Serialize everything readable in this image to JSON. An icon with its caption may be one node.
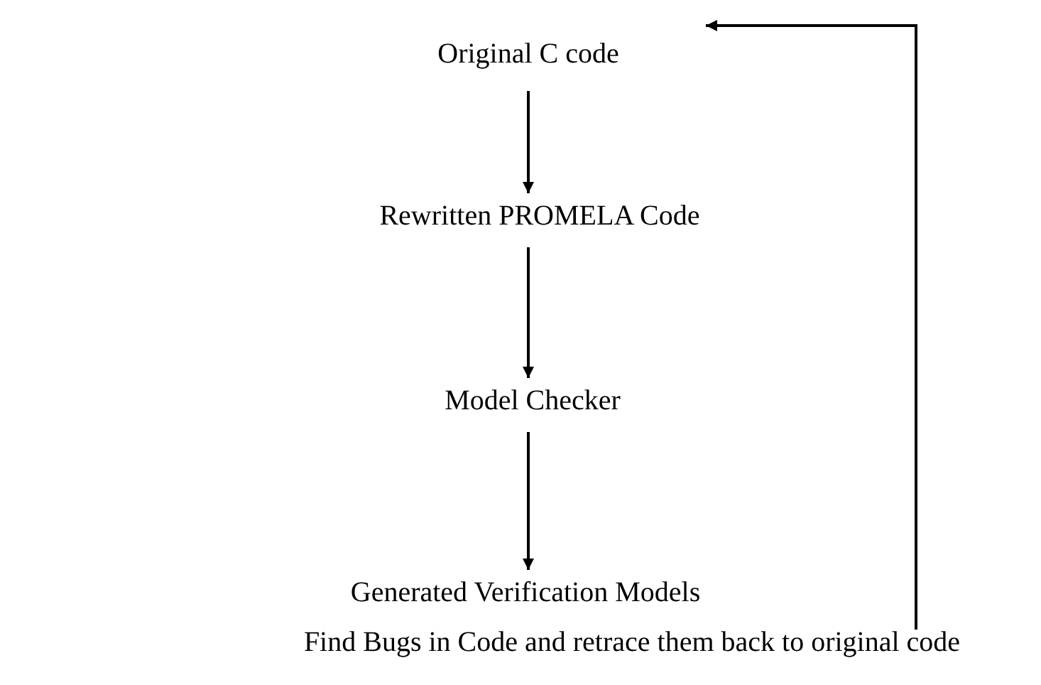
{
  "diagram": {
    "nodes": [
      {
        "text": [
          "Original C code"
        ]
      },
      {
        "text": [
          "Rewritten PROMELA Code"
        ]
      },
      {
        "text": [
          "Model Checker"
        ]
      },
      {
        "text": [
          "Generated Verification Models"
        ]
      },
      {
        "text": [
          "Find Bugs in Code and retrace them back to original code"
        ]
      }
    ],
    "edges": [
      {
        "from": 0,
        "to": 1,
        "arrow": "to"
      },
      {
        "from": 1,
        "to": 2,
        "arrow": "to"
      },
      {
        "from": 2,
        "to": 3,
        "arrow": "to"
      },
      {
        "from": 4,
        "to": 0,
        "arrow": "to"
      }
    ]
  }
}
